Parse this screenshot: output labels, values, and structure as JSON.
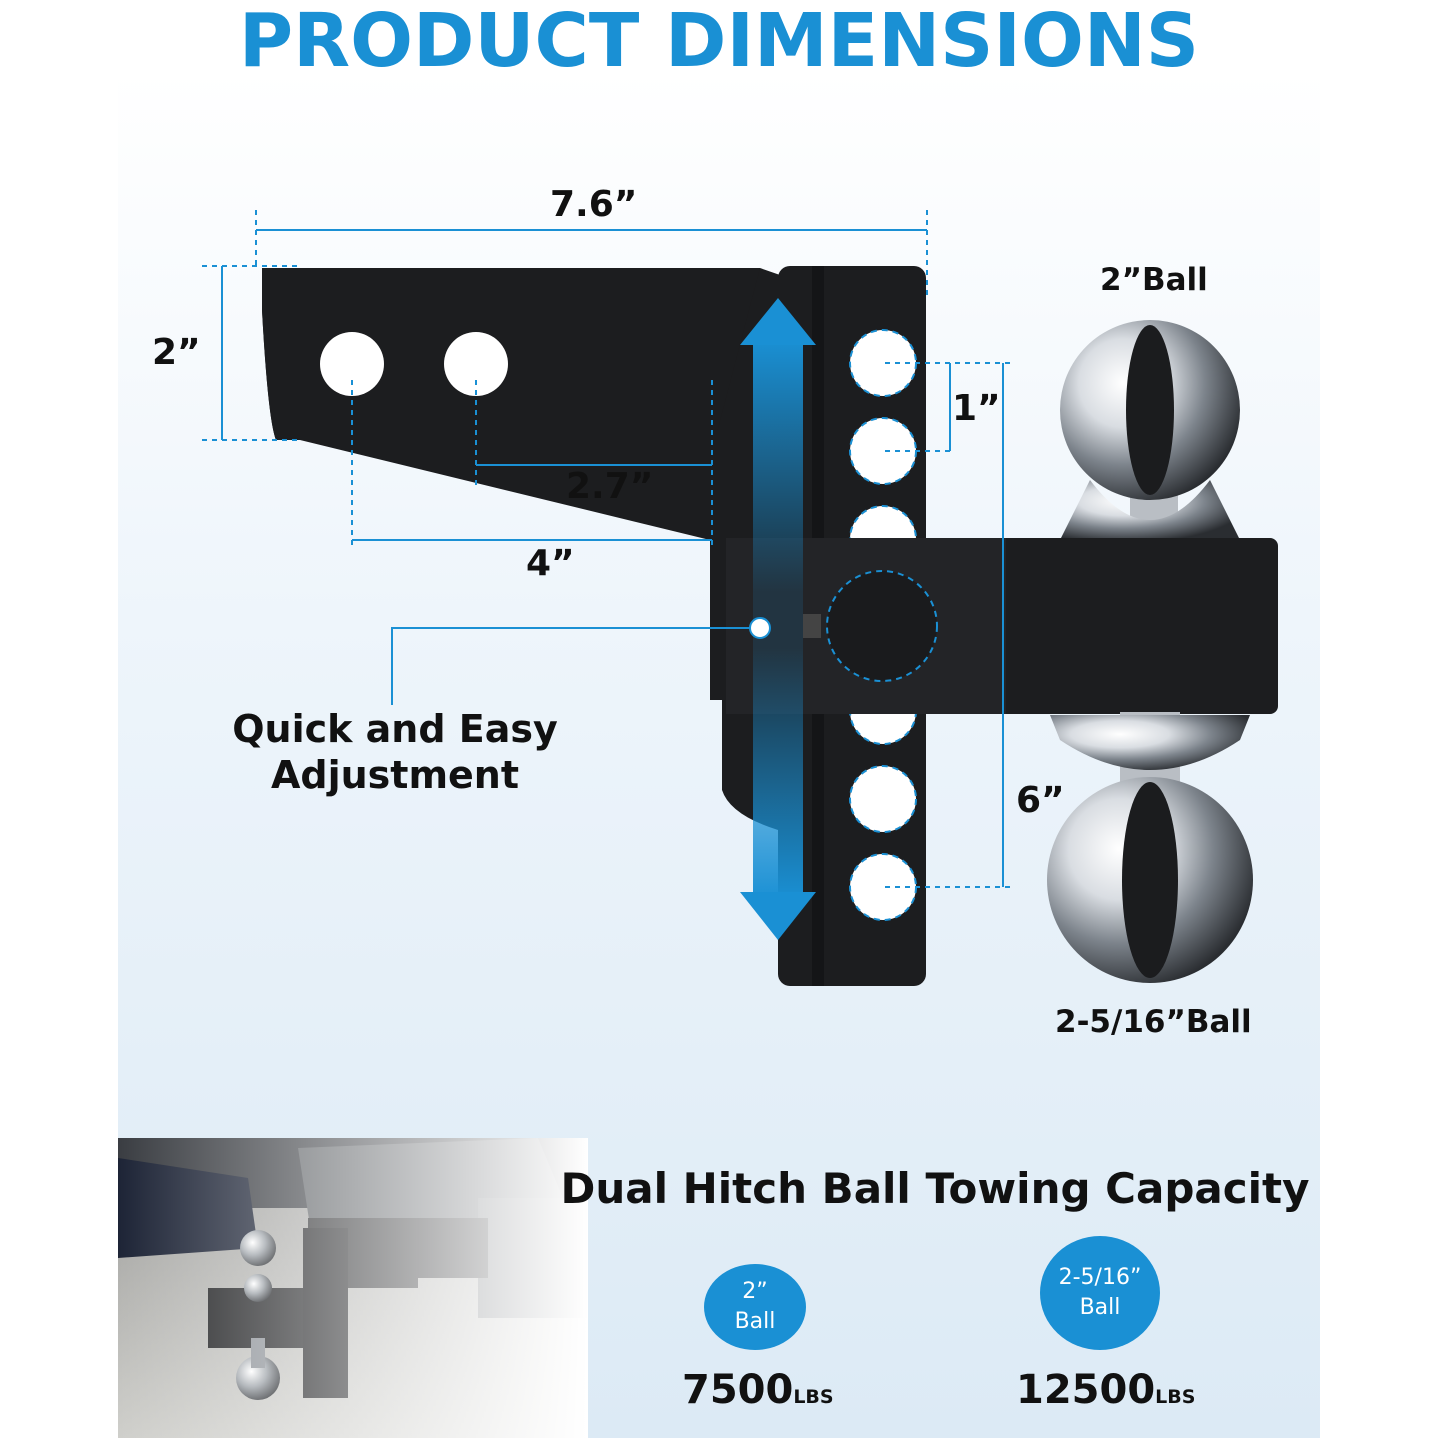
{
  "title": "PRODUCT DIMENSIONS",
  "dimensions": {
    "total_length": "7.6”",
    "shank_height": "2”",
    "hole_spacing": "1”",
    "hole_offset_a": "2.7”",
    "hole_offset_b": "4”",
    "ball_travel": "6”"
  },
  "callout": {
    "line1": "Quick and Easy",
    "line2": "Adjustment"
  },
  "balls": {
    "top_label": "2”Ball",
    "bottom_label": "2-5/16”Ball"
  },
  "capacity": {
    "title": "Dual Hitch Ball Towing Capacity",
    "items": [
      {
        "size": "2”",
        "word": "Ball",
        "value": "7500",
        "unit": "LBS"
      },
      {
        "size": "2-5/16”",
        "word": "Ball",
        "value": "12500",
        "unit": "LBS"
      }
    ]
  },
  "colors": {
    "accent": "#1a90d4",
    "steel": "#1c1d1f",
    "text": "#111111"
  },
  "icons": [
    "adjust-arrow-icon",
    "pin-knob-icon"
  ]
}
